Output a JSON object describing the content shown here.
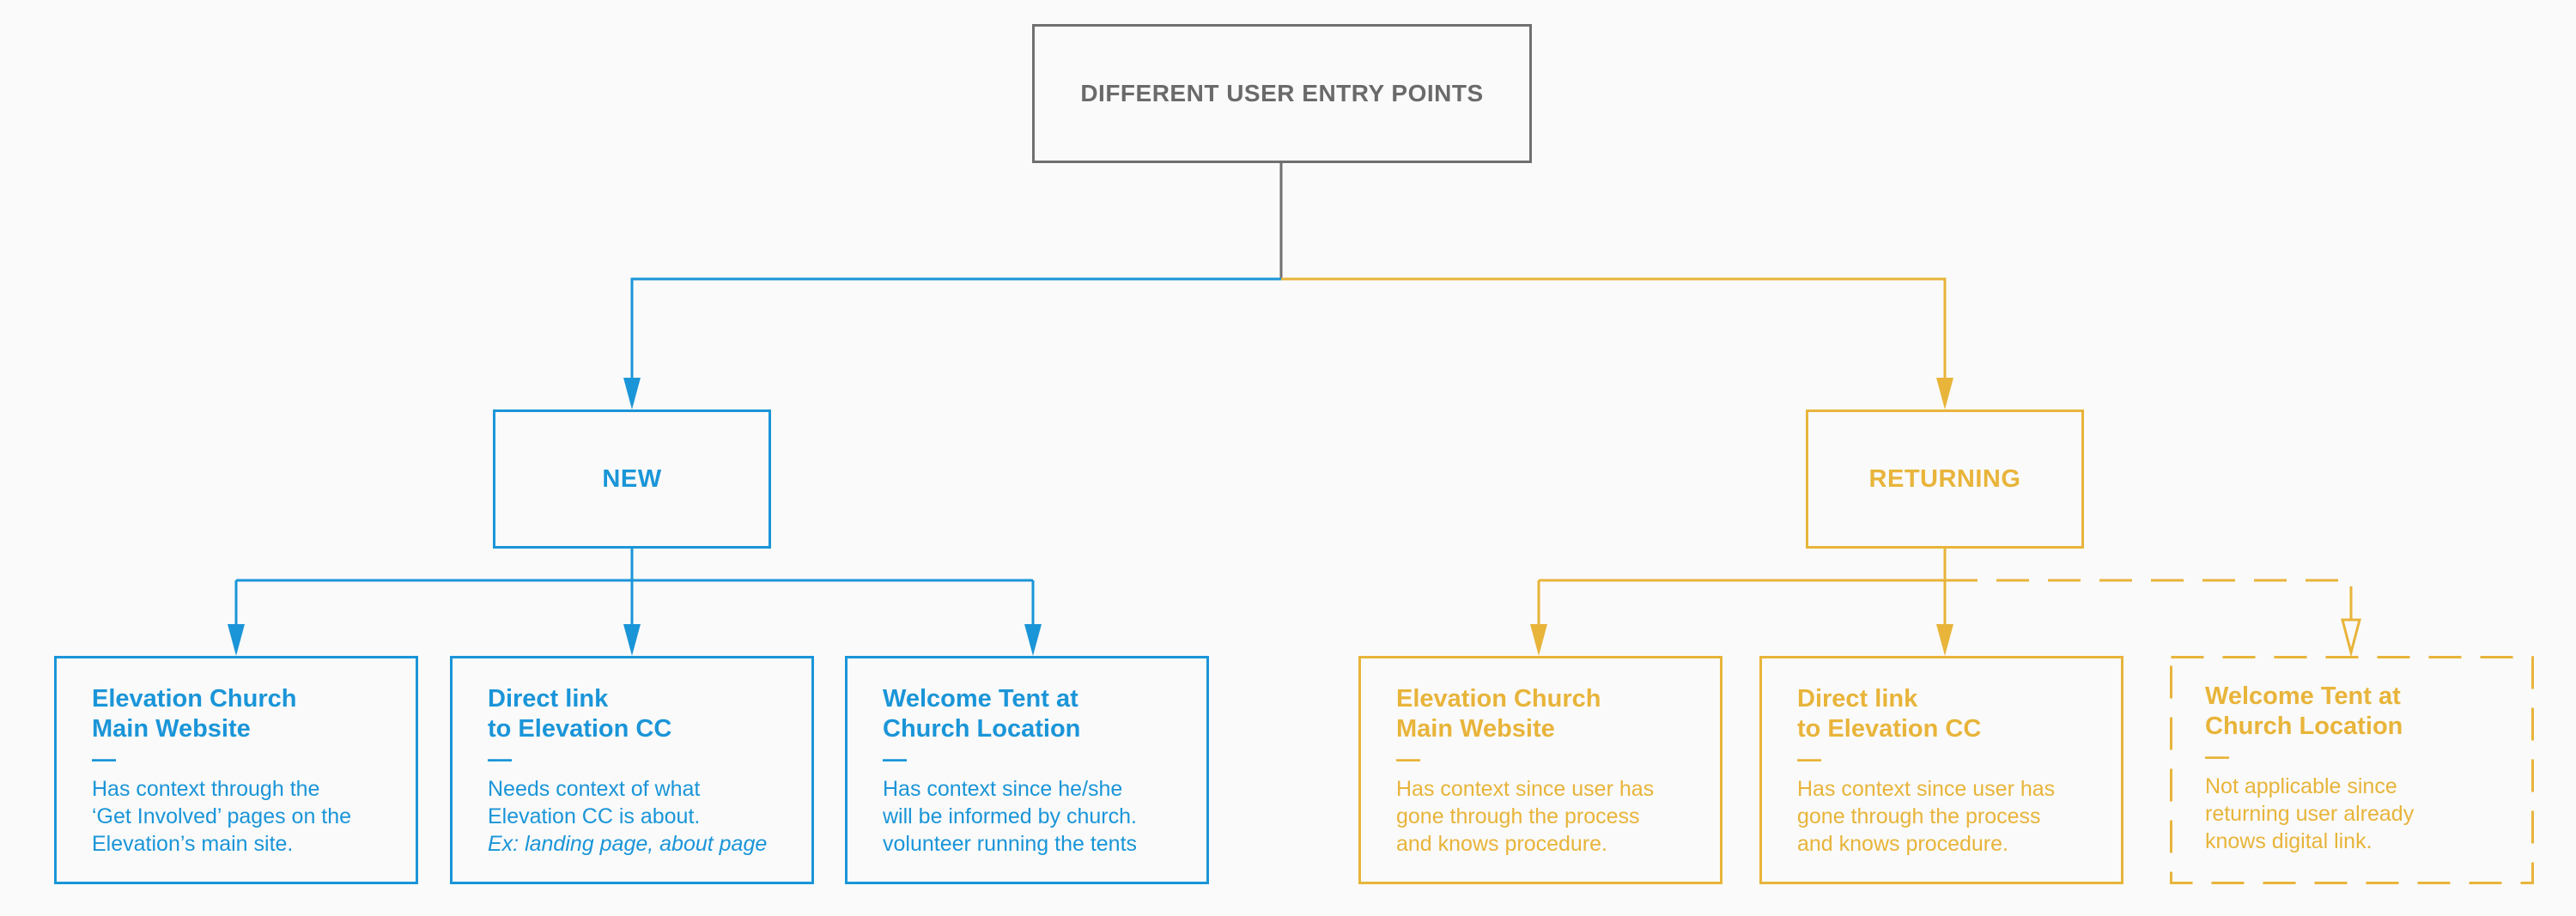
{
  "root": {
    "title": "DIFFERENT USER ENTRY POINTS"
  },
  "categories": {
    "new": {
      "title": "NEW"
    },
    "returning": {
      "title": "RETURNING"
    }
  },
  "colors": {
    "new": "#1a95d8",
    "returning": "#e8b43a",
    "root": "#707070",
    "background": "#fafafa"
  },
  "new_items": [
    {
      "title": "Elevation Church\nMain Website",
      "dash": "—",
      "desc": "Has context through the\n‘Get Involved’ pages on the\nElevation’s main site."
    },
    {
      "title": "Direct link\nto Elevation CC",
      "dash": "—",
      "desc": "Needs context of what\nElevation CC is about.",
      "example": "Ex: landing page, about page"
    },
    {
      "title": "Welcome Tent at\nChurch Location",
      "dash": "—",
      "desc": "Has context since he/she\nwill be informed by church.\nvolunteer running the tents"
    }
  ],
  "returning_items": [
    {
      "title": "Elevation Church\nMain Website",
      "dash": "—",
      "desc": "Has context since user has\ngone through the process\nand knows procedure."
    },
    {
      "title": "Direct link\nto Elevation CC",
      "dash": "—",
      "desc": "Has context since user has\ngone through the process\nand knows procedure."
    },
    {
      "title": "Welcome Tent at\nChurch Location",
      "dash": "—",
      "desc": "Not applicable since\nreturning user already\nknows digital link."
    }
  ]
}
